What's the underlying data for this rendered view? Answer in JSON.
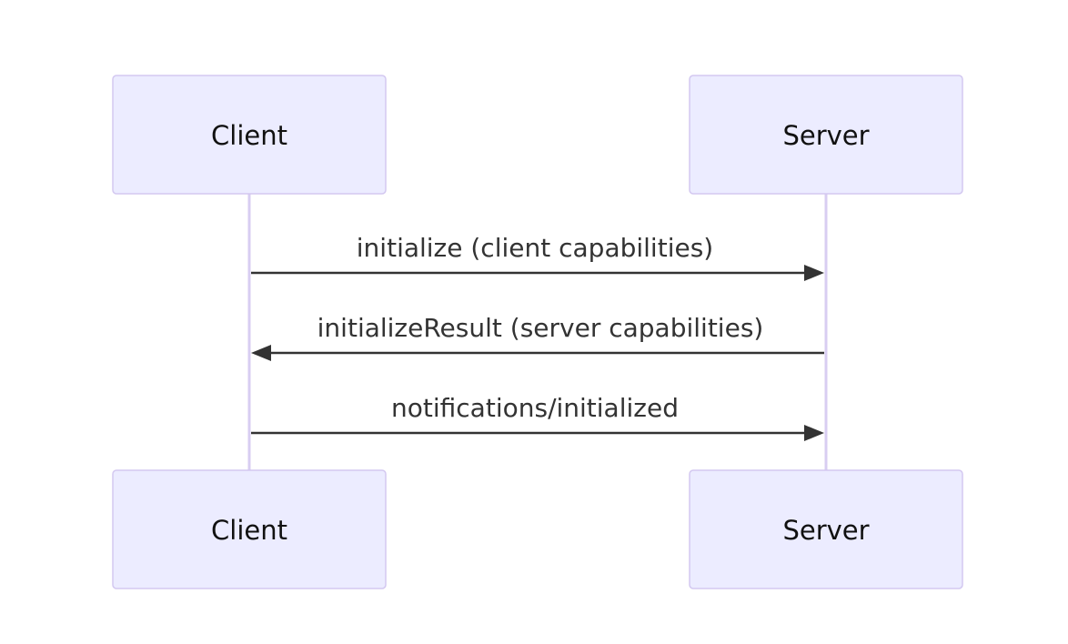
{
  "actors": {
    "client": "Client",
    "server": "Server"
  },
  "messages": [
    {
      "from": "client",
      "to": "server",
      "label": "initialize (client capabilities)"
    },
    {
      "from": "server",
      "to": "client",
      "label": "initializeResult (server capabilities)"
    },
    {
      "from": "client",
      "to": "server",
      "label": "notifications/initialized"
    }
  ],
  "colors": {
    "actor_fill": "#ECECFF",
    "actor_border": "#D3C8F0",
    "lifeline": "#D8CDF2",
    "arrow": "#333333"
  }
}
